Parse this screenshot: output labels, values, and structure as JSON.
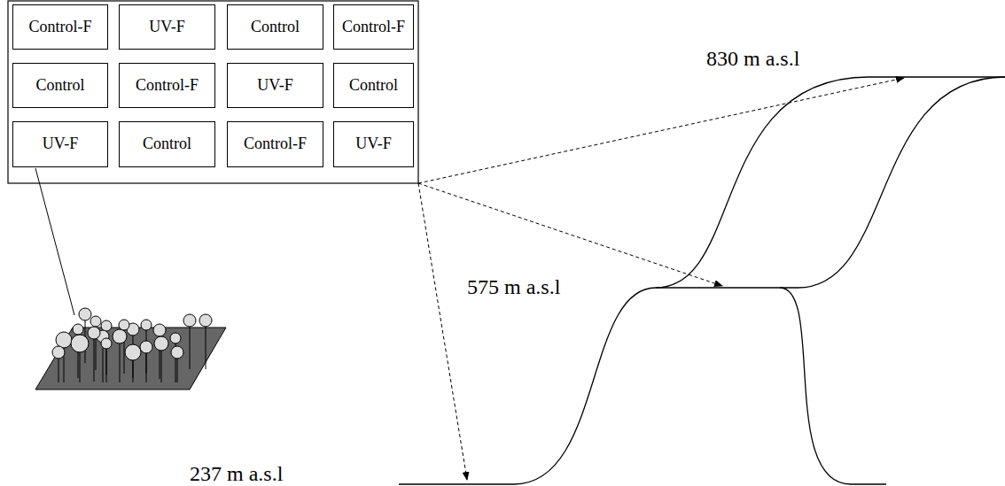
{
  "diagram": {
    "nodes": [
      {
        "text": [
          "Control-F"
        ]
      },
      {
        "text": [
          "UV-F"
        ]
      },
      {
        "text": [
          "Control"
        ]
      },
      {
        "text": [
          "Control-F"
        ]
      },
      {
        "text": [
          "Control"
        ]
      },
      {
        "text": [
          "Control-F"
        ]
      },
      {
        "text": [
          "UV-F"
        ]
      },
      {
        "text": [
          "Control"
        ]
      },
      {
        "text": [
          "UV-F"
        ]
      },
      {
        "text": [
          "Control"
        ]
      },
      {
        "text": [
          "Control-F"
        ]
      },
      {
        "text": [
          "UV-F"
        ]
      }
    ],
    "labels": [
      "830  m a.s.l",
      "575  m a.s.l",
      "237  m a.s.l"
    ]
  }
}
